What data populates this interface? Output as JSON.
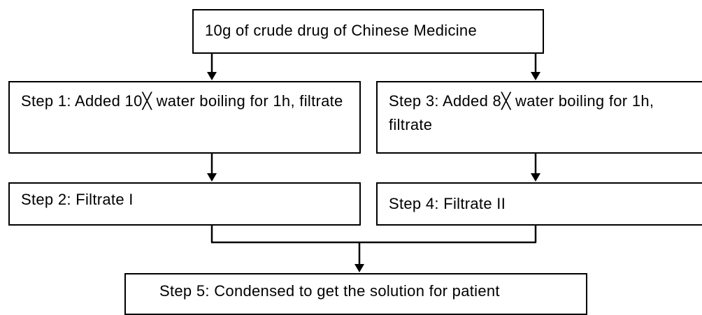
{
  "diagram": {
    "start": "10g of crude drug of Chinese Medicine",
    "step1": "Step 1: Added 10╳ water boiling for 1h, filtrate",
    "step2": "Step 2: Filtrate I",
    "step3": "Step 3: Added 8╳ water boiling for 1h, filtrate",
    "step4": "Step 4: Filtrate II",
    "step5": "Step 5: Condensed to get the solution for patient"
  }
}
